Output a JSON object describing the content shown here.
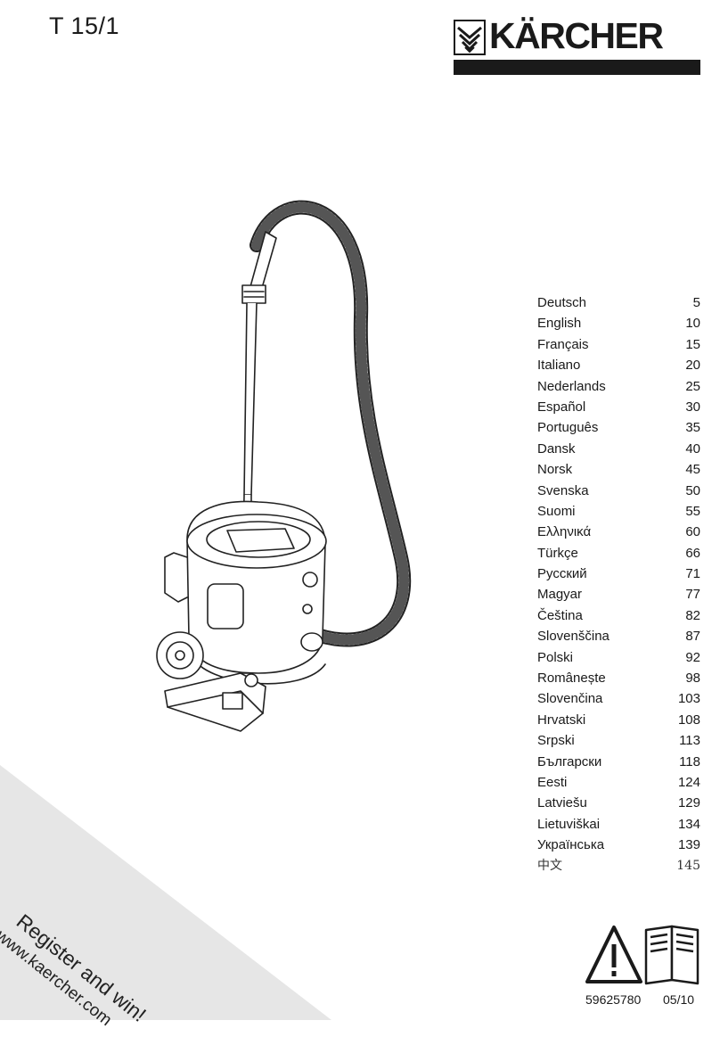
{
  "model": "T 15/1",
  "brand": {
    "name": "KÄRCHER"
  },
  "languages": [
    {
      "label": "Deutsch",
      "page": "5"
    },
    {
      "label": "English",
      "page": "10"
    },
    {
      "label": "Français",
      "page": "15"
    },
    {
      "label": "Italiano",
      "page": "20"
    },
    {
      "label": "Nederlands",
      "page": "25"
    },
    {
      "label": "Español",
      "page": "30"
    },
    {
      "label": "Português",
      "page": "35"
    },
    {
      "label": "Dansk",
      "page": "40"
    },
    {
      "label": "Norsk",
      "page": "45"
    },
    {
      "label": "Svenska",
      "page": "50"
    },
    {
      "label": "Suomi",
      "page": "55"
    },
    {
      "label": "Ελληνικά",
      "page": "60"
    },
    {
      "label": "Türkçe",
      "page": "66"
    },
    {
      "label": "Русский",
      "page": "71"
    },
    {
      "label": "Magyar",
      "page": "77"
    },
    {
      "label": "Čeština",
      "page": "82"
    },
    {
      "label": "Slovenščina",
      "page": "87"
    },
    {
      "label": "Polski",
      "page": "92"
    },
    {
      "label": "Românește",
      "page": "98"
    },
    {
      "label": "Slovenčina",
      "page": "103"
    },
    {
      "label": "Hrvatski",
      "page": "108"
    },
    {
      "label": "Srpski",
      "page": "113"
    },
    {
      "label": "Български",
      "page": "118"
    },
    {
      "label": "Eesti",
      "page": "124"
    },
    {
      "label": "Latviešu",
      "page": "129"
    },
    {
      "label": "Lietuviškai",
      "page": "134"
    },
    {
      "label": "Українська",
      "page": "139"
    },
    {
      "label": "中文",
      "page": "145"
    }
  ],
  "promo": {
    "line1": "Register and win!",
    "line2": "www.kaercher.com"
  },
  "footer": {
    "code": "59625780",
    "date": "05/10"
  },
  "icons": {
    "warning": "warning-triangle-icon",
    "manual": "open-book-icon"
  },
  "colors": {
    "ink": "#1a1a1a",
    "corner": "#e6e6e6"
  }
}
